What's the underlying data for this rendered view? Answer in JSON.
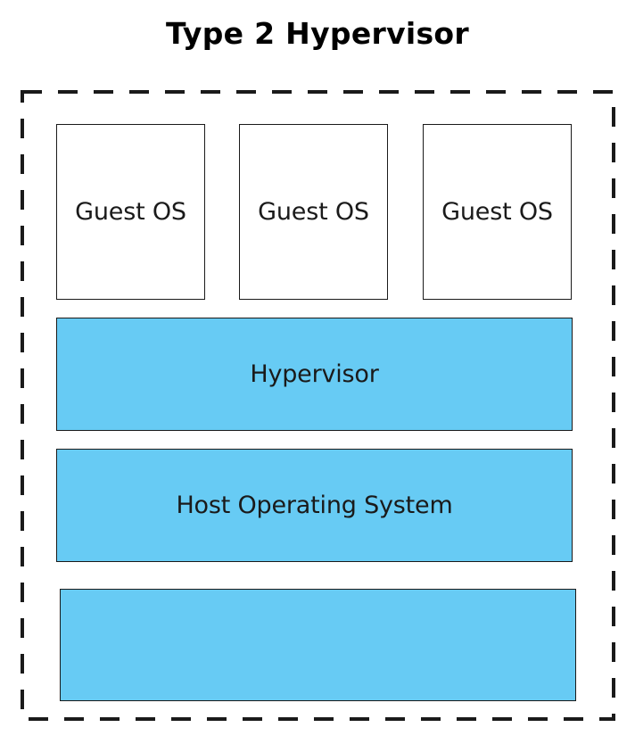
{
  "title": "Type 2 Hypervisor",
  "colors": {
    "layer_fill": "#67cbf4",
    "guest_fill": "#ffffff",
    "stroke": "#1a1a1a"
  },
  "guests": [
    {
      "label": "Guest OS"
    },
    {
      "label": "Guest OS"
    },
    {
      "label": "Guest OS"
    }
  ],
  "layers": [
    {
      "label": "Hypervisor"
    },
    {
      "label": "Host Operating System"
    },
    {
      "label": ""
    }
  ]
}
